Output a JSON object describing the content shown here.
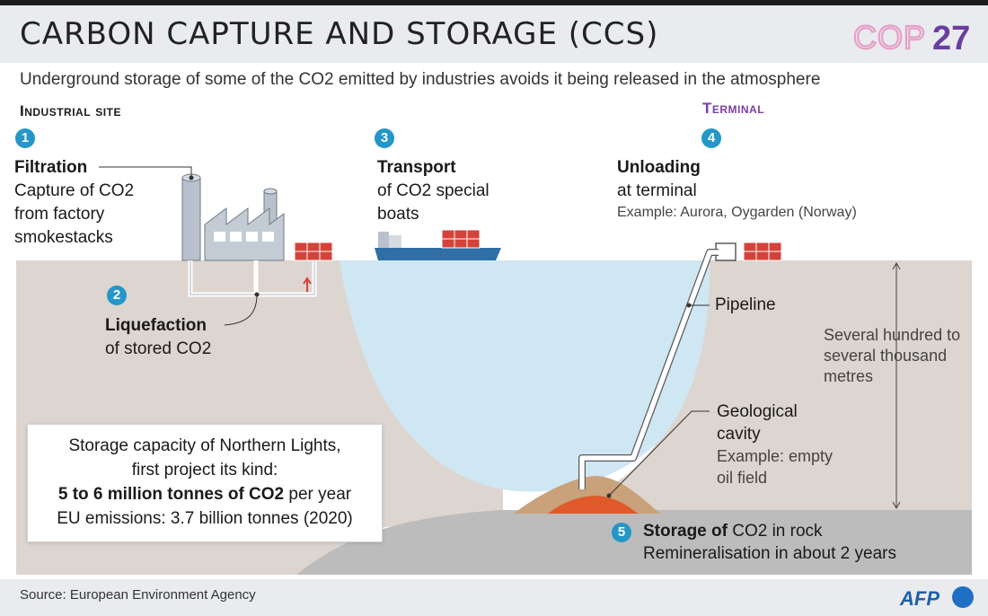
{
  "header": {
    "title": "CARBON CAPTURE AND STORAGE (CCS)",
    "logo_text_cop": "COP",
    "logo_text_num": "27"
  },
  "subtitle": "Underground storage of some of the CO2 emitted by industries avoids it being released in the atmosphere",
  "sections": {
    "industrial": "Industrial site",
    "terminal": "Terminal"
  },
  "steps": [
    {
      "num": "1",
      "title": "Filtration",
      "lines": [
        "Capture of CO2",
        "from factory",
        "smokestacks"
      ]
    },
    {
      "num": "2",
      "title": "Liquefaction",
      "lines": [
        "of stored CO2"
      ]
    },
    {
      "num": "3",
      "title": "Transport",
      "lines": [
        "of CO2 special",
        "boats"
      ]
    },
    {
      "num": "4",
      "title": "Unloading",
      "lines": [
        "at terminal"
      ],
      "example": "Example: Aurora, Oygarden (Norway)"
    },
    {
      "num": "5",
      "title": "Storage of",
      "title_rest": " CO2 in rock",
      "lines": [
        "Remineralisation in about 2 years"
      ]
    }
  ],
  "labels": {
    "pipeline": "Pipeline",
    "depth": [
      "Several hundred to",
      "several thousand",
      "metres"
    ],
    "cavity_title": [
      "Geological",
      "cavity"
    ],
    "cavity_example": [
      "Example: empty",
      "oil field"
    ]
  },
  "capacity": {
    "line1": "Storage capacity of Northern Lights,",
    "line2": "first project its kind:",
    "line3_bold": "5 to 6 million tonnes of CO2",
    "line3_rest": " per year",
    "line4": "EU emissions: 3.7 billion tonnes (2020)"
  },
  "footer": {
    "source": "Source: European Environment Agency",
    "agency": "AFP"
  },
  "colors": {
    "ground": "#ddd5cf",
    "water": "#cfe7f3",
    "rock": "#bdbcbc",
    "accent_blue": "#2496c8",
    "terminal_purple": "#7b3fa0",
    "container_red": "#d4433a",
    "ship_blue": "#2f6fa6",
    "co2_orange": "#e0592a"
  }
}
